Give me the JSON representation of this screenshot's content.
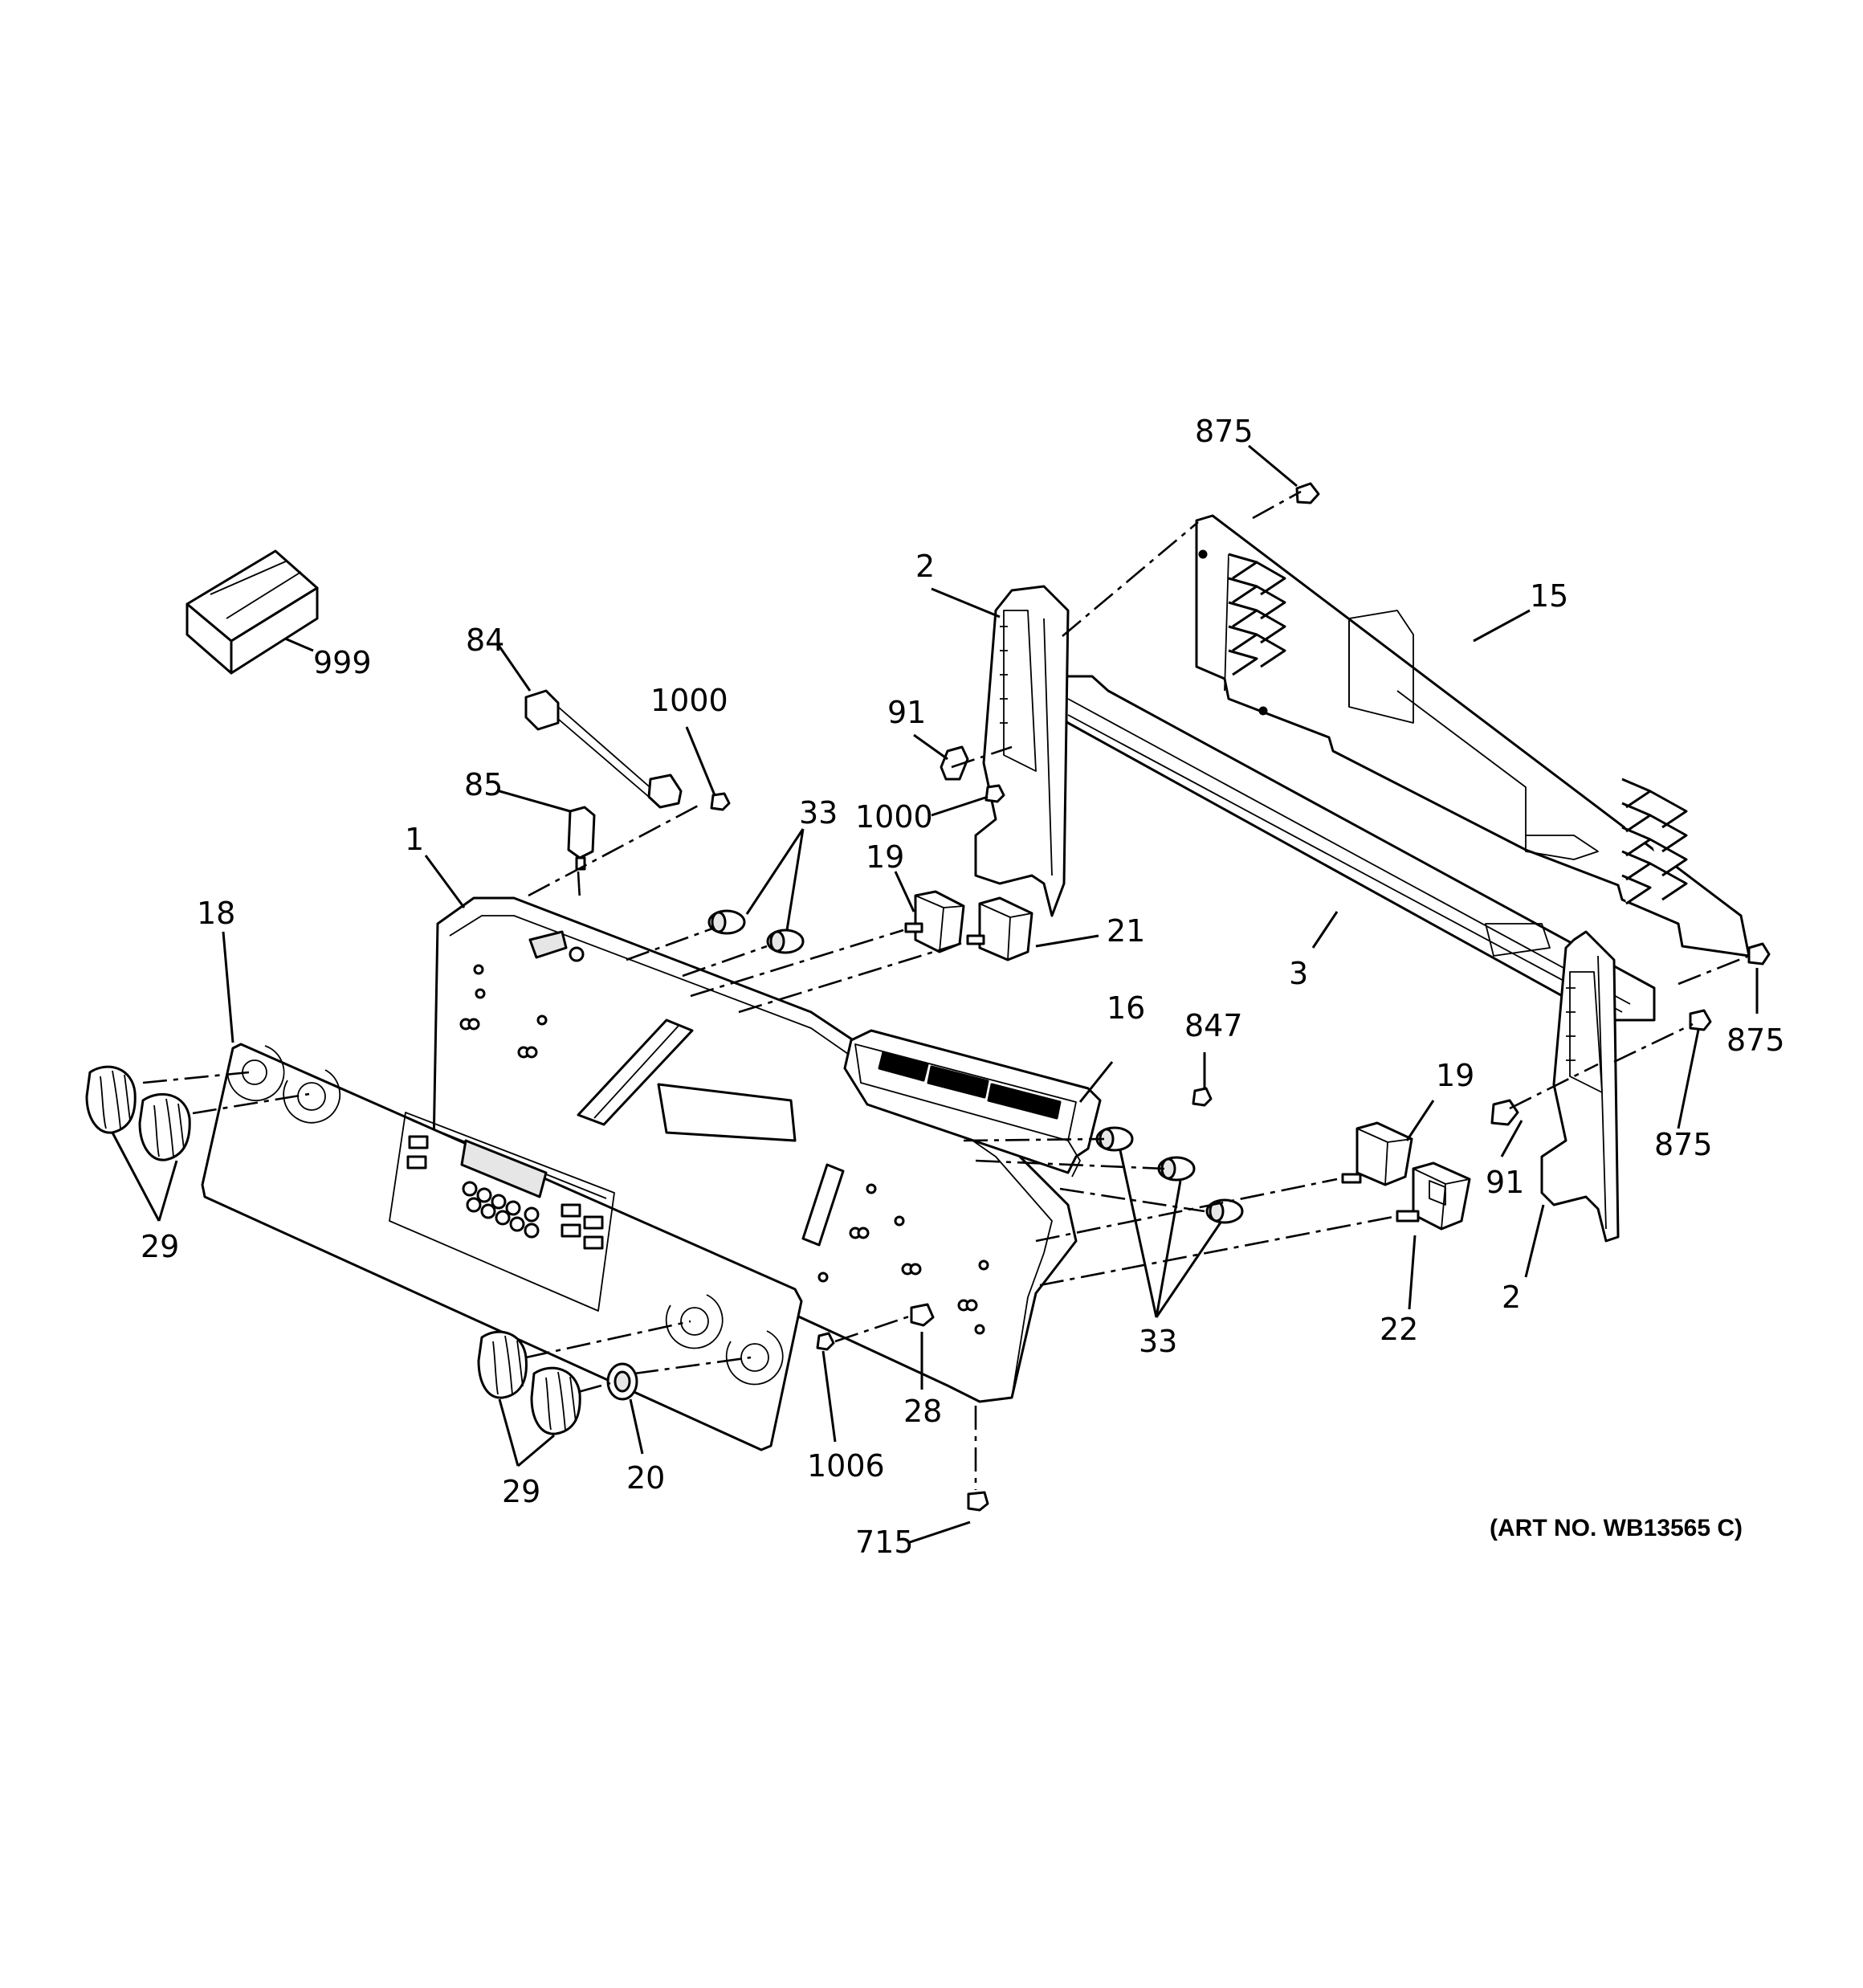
{
  "art_number": "(ART NO. WB13565 C)",
  "callouts": {
    "c999": "999",
    "c84": "84",
    "c1000a": "1000",
    "c85": "85",
    "c1": "1",
    "c18": "18",
    "c29a": "29",
    "c33a": "33",
    "c19a": "19",
    "c21": "21",
    "c2a": "2",
    "c91a": "91",
    "c1000b": "1000",
    "c875a": "875",
    "c15": "15",
    "c3": "3",
    "c875b": "875",
    "c875c": "875",
    "c16": "16",
    "c847": "847",
    "c19b": "19",
    "c91b": "91",
    "c2b": "2",
    "c22": "22",
    "c33b": "33",
    "c28": "28",
    "c1006": "1006",
    "c20": "20",
    "c29b": "29",
    "c715": "715"
  },
  "icons": {
    "carton": "parts-box-icon",
    "knob": "control-knob-icon",
    "switch": "infinite-switch-icon",
    "screw": "screw-icon",
    "control_board": "electronic-control-board-icon"
  }
}
